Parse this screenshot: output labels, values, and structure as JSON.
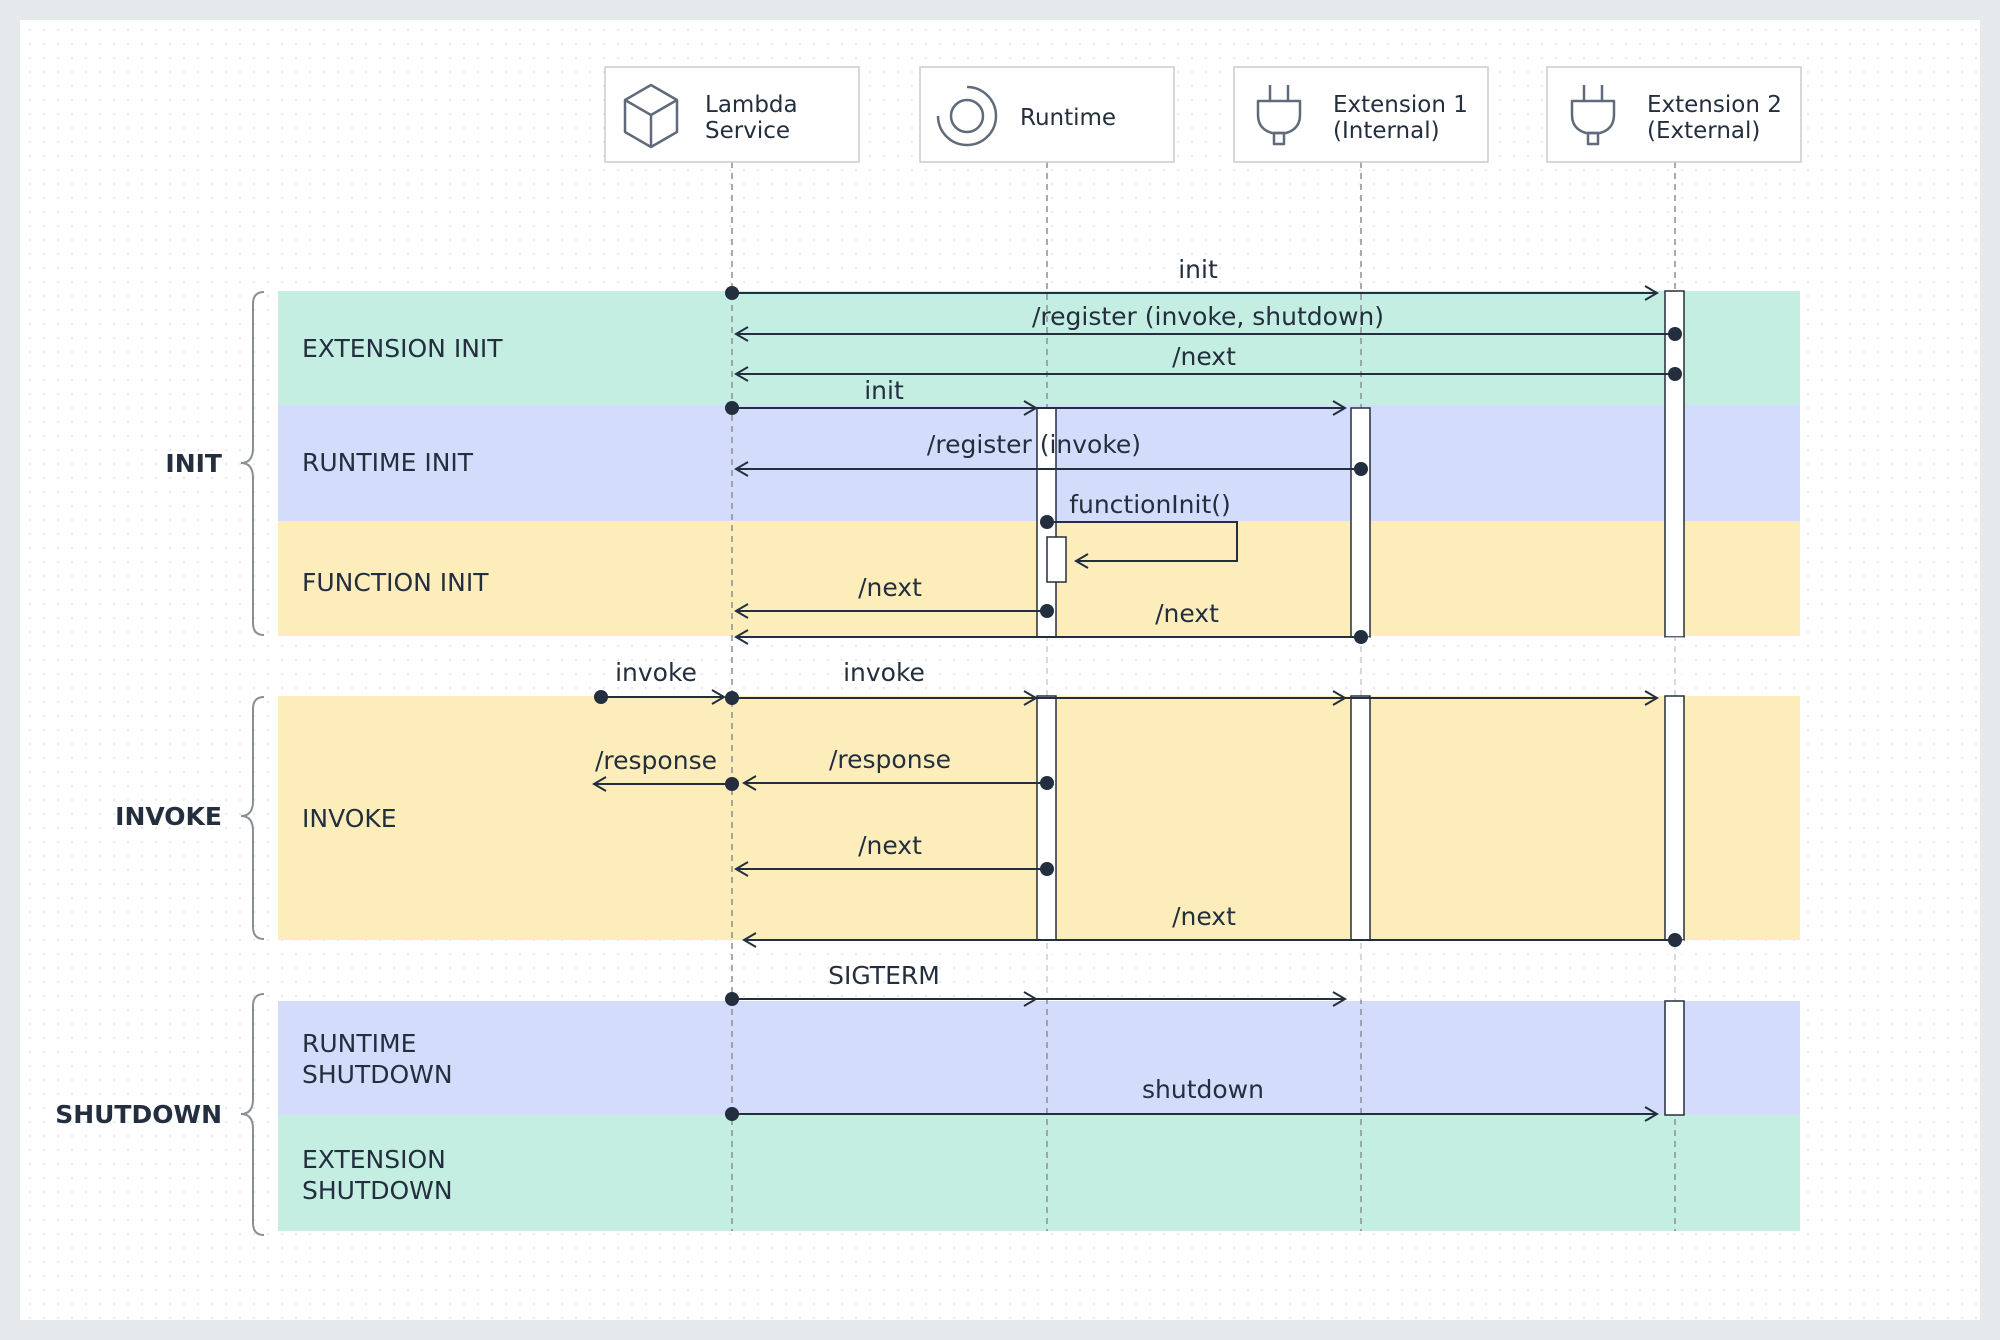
{
  "participants": [
    {
      "id": "lambda",
      "lines": [
        "Lambda",
        "Service"
      ],
      "icon": "cube-icon"
    },
    {
      "id": "runtime",
      "lines": [
        "Runtime"
      ],
      "icon": "runtime-ring-icon"
    },
    {
      "id": "ext1",
      "lines": [
        "Extension 1",
        "(Internal)"
      ],
      "icon": "plug-icon"
    },
    {
      "id": "ext2",
      "lines": [
        "Extension 2",
        "(External)"
      ],
      "icon": "plug-icon"
    }
  ],
  "groups": [
    {
      "label": "INIT"
    },
    {
      "label": "INVOKE"
    },
    {
      "label": "SHUTDOWN"
    }
  ],
  "phases": [
    {
      "lines": [
        "EXTENSION INIT"
      ],
      "color": "#c4eee2"
    },
    {
      "lines": [
        "RUNTIME INIT"
      ],
      "color": "#d4dcfb"
    },
    {
      "lines": [
        "FUNCTION INIT"
      ],
      "color": "#fdedbb"
    },
    {
      "lines": [
        "INVOKE"
      ],
      "color": "#fdedbb"
    },
    {
      "lines": [
        "RUNTIME",
        "SHUTDOWN"
      ],
      "color": "#d4dcfb"
    },
    {
      "lines": [
        "EXTENSION",
        "SHUTDOWN"
      ],
      "color": "#c4eee2"
    }
  ],
  "messages": [
    {
      "label": "init"
    },
    {
      "label": "/register (invoke, shutdown)"
    },
    {
      "label": "/next"
    },
    {
      "label": "init"
    },
    {
      "label": "/register (invoke)"
    },
    {
      "label": "functionInit()"
    },
    {
      "label": "/next"
    },
    {
      "label": "/next"
    },
    {
      "label": "invoke"
    },
    {
      "label": "invoke"
    },
    {
      "label": "/response"
    },
    {
      "label": "/response"
    },
    {
      "label": "/next"
    },
    {
      "label": "/next"
    },
    {
      "label": "SIGTERM"
    },
    {
      "label": "shutdown"
    }
  ],
  "colors": {
    "ink": "#232f3e",
    "lifeline": "#8a8f96",
    "card_border": "#c8ccd1",
    "background": "#e5e9ec",
    "canvas": "#ffffff"
  }
}
